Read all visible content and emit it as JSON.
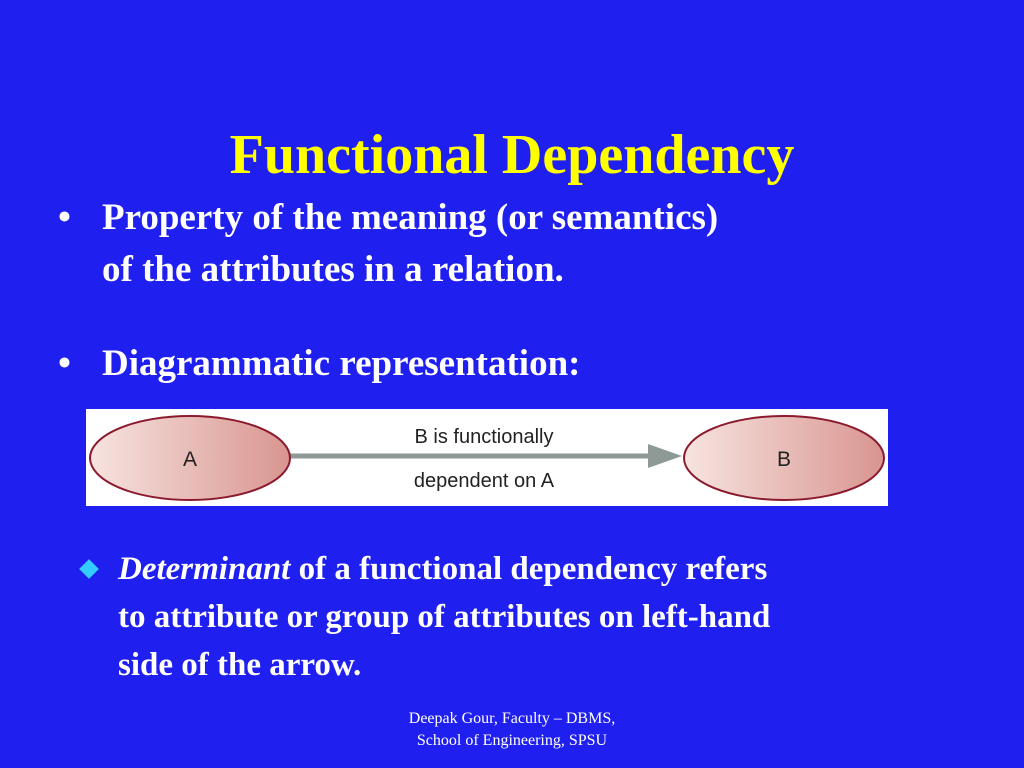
{
  "title": "Functional Dependency",
  "bullets": [
    {
      "line1": "Property of the meaning (or semantics)",
      "line2": "of the attributes in a relation."
    },
    {
      "line1": "Diagrammatic representation:"
    }
  ],
  "bullet_glyph": "•",
  "diagram": {
    "left_node": "A",
    "right_node": "B",
    "label_top": "B is functionally",
    "label_bottom": "dependent on A"
  },
  "sub_bullet": {
    "term": "Determinant",
    "line1_rest": " of a functional dependency refers",
    "line2": "to attribute or group of attributes on left-hand",
    "line3": "side of the arrow."
  },
  "footer": {
    "line1": "Deepak Gour, Faculty – DBMS,",
    "line2": "School of Engineering, SPSU"
  },
  "colors": {
    "background": "#1f1ff0",
    "title": "#ffff00",
    "text": "#ffffff",
    "sub_bullet_marker": "#33ccff",
    "ellipse_fill": "#e8a6a0",
    "ellipse_stroke": "#8b1a2e",
    "arrow": "#8f9a96"
  }
}
